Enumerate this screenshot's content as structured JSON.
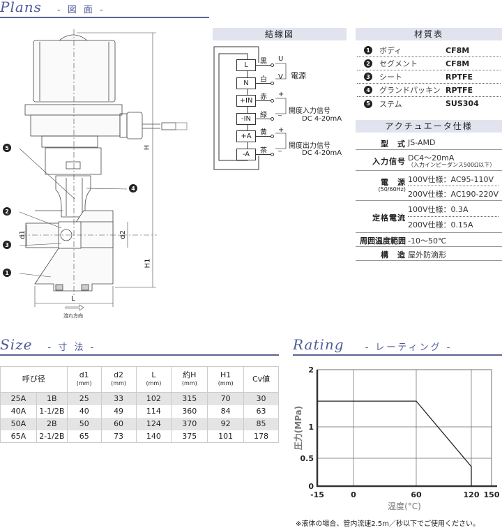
{
  "plans": {
    "title": "Plans",
    "subtitle": "- 図 面 -",
    "labels": {
      "H": "H",
      "H1": "H1",
      "L": "L",
      "d1": "d1",
      "d2": "d2",
      "flow": "流れ方向"
    },
    "balloons": [
      "1",
      "2",
      "3",
      "4",
      "5"
    ]
  },
  "wiring": {
    "title": "結線図",
    "terminals": [
      {
        "term": "L",
        "color": "黒",
        "sign": "U"
      },
      {
        "term": "N",
        "color": "白",
        "sign": "V"
      },
      {
        "term": "+IN",
        "color": "赤",
        "sign": "+"
      },
      {
        "term": "-IN",
        "color": "緑",
        "sign": "_"
      },
      {
        "term": "+A",
        "color": "黄",
        "sign": "+"
      },
      {
        "term": "-A",
        "color": "茶",
        "sign": "_"
      }
    ],
    "power": "電源",
    "input_signal": "開度入力信号",
    "input_range": "DC 4-20mA",
    "output_signal": "開度出力信号",
    "output_range": "DC 4-20mA"
  },
  "materials": {
    "title": "材質表",
    "rows": [
      {
        "no": "1",
        "part": "ボディ",
        "material": "CF8M"
      },
      {
        "no": "2",
        "part": "セグメント",
        "material": "CF8M"
      },
      {
        "no": "3",
        "part": "シート",
        "material": "RPTFE"
      },
      {
        "no": "4",
        "part": "グランドパッキン",
        "material": "RPTFE"
      },
      {
        "no": "5",
        "part": "ステム",
        "material": "SUS304"
      }
    ]
  },
  "actuator": {
    "title": "アクチュエータ仕様",
    "model_k": "型　式",
    "model_v": "JS-AMD",
    "input_k": "入力信号",
    "input_v": "DC4～20mA",
    "input_note": "（入力インピーダンス500Ω以下）",
    "power_k": "電　源",
    "power_sub": "(50/60Hz)",
    "power_v1": "100V仕様：AC95-110V",
    "power_v2": "200V仕様：AC190-220V",
    "current_k": "定格電流",
    "current_v1": "100V仕様：0.3A",
    "current_v2": "200V仕様：0.15A",
    "temp_k": "周囲温度範囲",
    "temp_v": "-10～50℃",
    "struct_k": "構　造",
    "struct_v": "屋外防滴形"
  },
  "size": {
    "title": "Size",
    "subtitle": "- 寸 法 -",
    "headers": {
      "nominal": "呼び径",
      "d1": "d1",
      "d2": "d2",
      "L": "L",
      "H": "約H",
      "H1": "H1",
      "cv": "Cv値",
      "unit": "(mm)"
    },
    "rows": [
      [
        "25A",
        "1B",
        "25",
        "33",
        "102",
        "315",
        "70",
        "30"
      ],
      [
        "40A",
        "1-1/2B",
        "40",
        "49",
        "114",
        "360",
        "84",
        "63"
      ],
      [
        "50A",
        "2B",
        "50",
        "60",
        "124",
        "370",
        "92",
        "85"
      ],
      [
        "65A",
        "2-1/2B",
        "65",
        "73",
        "140",
        "375",
        "101",
        "178"
      ]
    ]
  },
  "rating": {
    "title": "Rating",
    "subtitle": "- レーティング -",
    "note": "※液体の場合、管内流速2.5m／秒以下でご使用ください。"
  },
  "chart_data": {
    "type": "line",
    "title": "",
    "xlabel": "温度(°C)",
    "ylabel": "圧力(MPa)",
    "xlim": [
      -15,
      150
    ],
    "ylim": [
      0,
      2
    ],
    "xticks": [
      "-15",
      "0",
      "60",
      "120",
      "150"
    ],
    "yticks": [
      "0",
      "0.5",
      "1",
      "2"
    ],
    "series": [
      {
        "name": "rating",
        "x": [
          -15,
          60,
          120,
          120
        ],
        "y": [
          1.45,
          1.45,
          0.35,
          0
        ]
      }
    ],
    "grid": true,
    "legend": "none"
  }
}
